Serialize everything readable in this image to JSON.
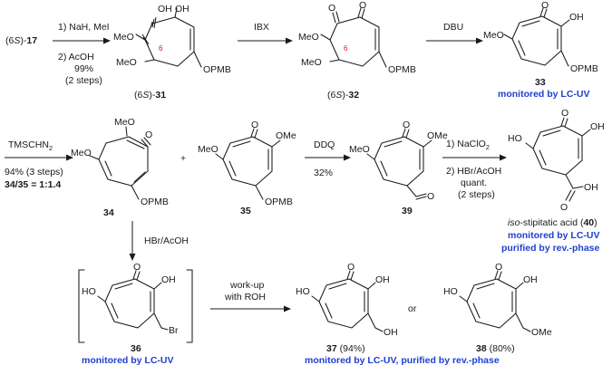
{
  "step1": {
    "start_pre": "(6",
    "start_s": "S",
    "start_post": ")-",
    "start_num": "17",
    "c1": "1) NaH, MeI",
    "c2": "2) AcOH",
    "c3": "99%",
    "c4": "(2 steps)"
  },
  "step2": {
    "reagent": "IBX"
  },
  "step3": {
    "reagent": "DBU"
  },
  "step4": {
    "c1": "TMSCHN",
    "c1_sub": "2",
    "c2": "94% (3 steps)",
    "c3": "34/35 = 1:1.4",
    "plus": "+"
  },
  "step5": {
    "reagent": "DDQ",
    "yield": "32%"
  },
  "step6": {
    "c1": "1) NaClO",
    "c1_sub": "2",
    "c2": "2) HBr/AcOH",
    "c3": "quant.",
    "c4": "(2 steps)"
  },
  "step7": {
    "reagent": "HBr/AcOH"
  },
  "step8": {
    "c1": "work-up",
    "c2": "with ROH",
    "or": "or"
  },
  "cmpd31": {
    "lbl_pre": "(6",
    "lbl_s": "S",
    "lbl_post": ")-",
    "lbl_num": "31",
    "locant": "6"
  },
  "cmpd32": {
    "lbl_pre": "(6",
    "lbl_s": "S",
    "lbl_post": ")-",
    "lbl_num": "32",
    "locant": "6"
  },
  "cmpd33": {
    "lbl": "33",
    "note": "monitored by LC-UV"
  },
  "cmpd34": {
    "lbl": "34"
  },
  "cmpd35": {
    "lbl": "35"
  },
  "cmpd39": {
    "lbl": "39"
  },
  "cmpd40": {
    "name_it": "iso",
    "name_rest": "-stipitatic acid (",
    "num": "40",
    "close": ")",
    "note1": "monitored by LC-UV",
    "note2": "purified by rev.-phase"
  },
  "cmpd36": {
    "lbl": "36",
    "note": "monitored by LC-UV"
  },
  "cmpd37": {
    "num": "37",
    "yield": " (94%)"
  },
  "cmpd38": {
    "num": "38",
    "yield": " (80%)"
  },
  "bottom_note": "monitored by LC-UV, purified by rev.-phase",
  "atoms": {
    "meo": "MeO",
    "ome": "OMe",
    "oh": "OH",
    "ho": "HO",
    "o": "O",
    "opmb": "OPMB",
    "br": "Br"
  }
}
